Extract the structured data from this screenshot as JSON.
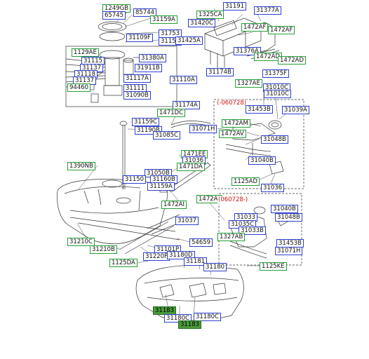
{
  "labels": {
    "l1249gb": "1249GB",
    "l65745": "65745",
    "l85744": "85744",
    "l31159a": "31159A",
    "l31753": "31753",
    "l31109f": "31109F",
    "l31159": "31159",
    "l1129ae": "1129AE",
    "l31115": "31115",
    "l31137": "31137",
    "l31118": "31118",
    "l31137b": "31137",
    "l94460": "94460",
    "l31380a": "31380A",
    "l31911b": "31911B",
    "l31117a": "31117A",
    "l31111": "31111",
    "l31090b": "31090B",
    "l31110a": "31110A",
    "l31191": "31191",
    "l1325ca": "1325CA",
    "l31420c": "31420C",
    "l31425a": "31425A",
    "l31377a": "31377A",
    "l1472af1": "1472AF",
    "l1472af2": "1472AF",
    "l31376a": "31376A",
    "l1472ad1": "1472AD",
    "l1472ad2": "1472AD",
    "l31375f": "31375F",
    "l31174b": "31174B",
    "l1327ae": "1327AE",
    "l31010c1": "31010C",
    "l31010c2": "31010C",
    "l31453b1": "31453B",
    "l31039a": "31039A",
    "l31174a": "31174A",
    "l1471dc": "1471DC",
    "l31159c": "31159C",
    "l31190b": "31190B",
    "l31085c": "31085C",
    "l31071h1": "31071H",
    "l1472am": "1472AM",
    "l1472av": "1472AV",
    "l31048b1": "31048B",
    "l31040b1": "31040B",
    "l1125ad": "1125AD",
    "l31036b": "31036",
    "l1390nb": "1390NB",
    "l1471ee": "1471EE",
    "l31036": "31036",
    "l1471da": "1471DA",
    "l31050b": "31050B",
    "l31150": "31150",
    "l31160b": "31160B",
    "l31159a2": "31159A",
    "l1472ai1": "1472AI",
    "l1472ai2": "1472AI",
    "l31037": "31037",
    "l31040b2": "31040B",
    "l31033": "31033",
    "l31048b2": "31048B",
    "l31035c": "31035C",
    "l31033b": "31033B",
    "l1327ab": "1327AB",
    "l31453b2": "31453B",
    "l31071h2": "31071H",
    "l31210c": "31210C",
    "l31210b": "31210B",
    "l54659": "54659",
    "l31101p": "31101P",
    "l31220f": "31220F",
    "l31180d": "31180D",
    "l1125da": "1125DA",
    "l31181": "31181",
    "l31180": "31180",
    "l1125ke": "1125KE",
    "l31183": "31183",
    "l31180c1": "31180C",
    "l31180c2": "31180C",
    "l31183b": "31183"
  },
  "notes": {
    "n1": "(-060728)",
    "n2": "(060728-)"
  },
  "colors": {
    "green_border": "#22a035",
    "blue_border": "#2d3fd0",
    "highlight_fill": "#4a9a3a",
    "note_text": "#d01010"
  }
}
